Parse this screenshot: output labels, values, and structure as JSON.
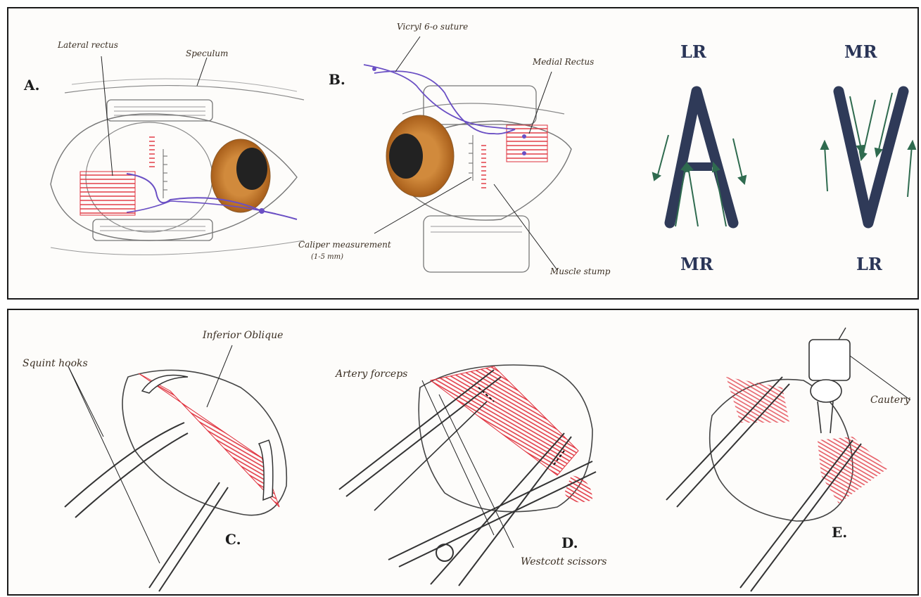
{
  "top_panel": {
    "panel_a": {
      "letter": "A.",
      "labels": {
        "lateral_rectus": "Lateral rectus",
        "speculum": "Speculum"
      }
    },
    "panel_b": {
      "letter": "B.",
      "labels": {
        "vicryl": "Vicryl 6-o suture",
        "medial_rectus": "Medial Rectus",
        "caliper": "Caliper measurement",
        "caliper_range": "(1-5 mm)",
        "muscle_stump": "Muscle stump"
      }
    },
    "av_pattern": {
      "a_top": "LR",
      "a_bottom": "MR",
      "v_top": "MR",
      "v_bottom": "LR"
    }
  },
  "bottom_panel": {
    "panel_c": {
      "letter": "C.",
      "labels": {
        "squint_hooks": "Squint hooks",
        "inferior_oblique": "Inferior Oblique"
      }
    },
    "panel_d": {
      "letter": "D.",
      "labels": {
        "artery_forceps": "Artery forceps",
        "westcott": "Westcott scissors"
      }
    },
    "panel_e": {
      "letter": "E.",
      "labels": {
        "cautery": "Cautery"
      }
    }
  },
  "colors": {
    "muscle": "#e0303c",
    "suture": "#6a4fc4",
    "iris": "#c8762a",
    "pupil": "#222222",
    "pencil": "#5a5a5a",
    "av_letter": "#2f3a58",
    "arrow": "#2f6b4f"
  }
}
